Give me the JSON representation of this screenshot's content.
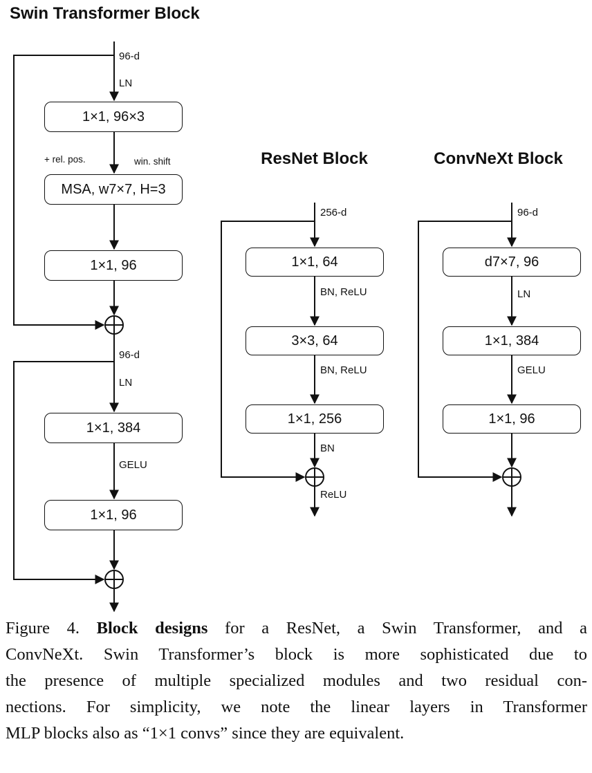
{
  "swin": {
    "title": "Swin Transformer Block",
    "input_dim": "96-d",
    "pre_norm": "LN",
    "rel_pos_label": "+ rel. pos.",
    "win_shift_label": "win. shift",
    "boxes": [
      "1×1, 96×3",
      "MSA, w7×7, H=3",
      "1×1, 96",
      "1×1, 384",
      "1×1, 96"
    ],
    "mid_dim": "96-d",
    "mid_norm": "LN",
    "activation": "GELU"
  },
  "resnet": {
    "title": "ResNet Block",
    "input_dim": "256-d",
    "boxes": [
      "1×1, 64",
      "3×3, 64",
      "1×1, 256"
    ],
    "edge_labels": [
      "BN, ReLU",
      "BN, ReLU",
      "BN"
    ],
    "output_label": "ReLU"
  },
  "convnext": {
    "title": "ConvNeXt Block",
    "input_dim": "96-d",
    "boxes": [
      "d7×7, 96",
      "1×1, 384",
      "1×1, 96"
    ],
    "edge_labels": [
      "LN",
      "GELU"
    ]
  },
  "caption": {
    "lines": [
      {
        "pre": "Figure 4. ",
        "bold": "Block designs",
        "post": " for a ResNet, a Swin Transformer, and a"
      },
      {
        "text": "ConvNeXt. Swin Transformer’s block is more sophisticated due to"
      },
      {
        "text": "the presence of multiple specialized modules and two residual con-"
      },
      {
        "text": "nections. For simplicity, we note the linear layers in Transformer"
      },
      {
        "text": "MLP blocks also as “1×1 convs” since they are equivalent."
      }
    ]
  }
}
